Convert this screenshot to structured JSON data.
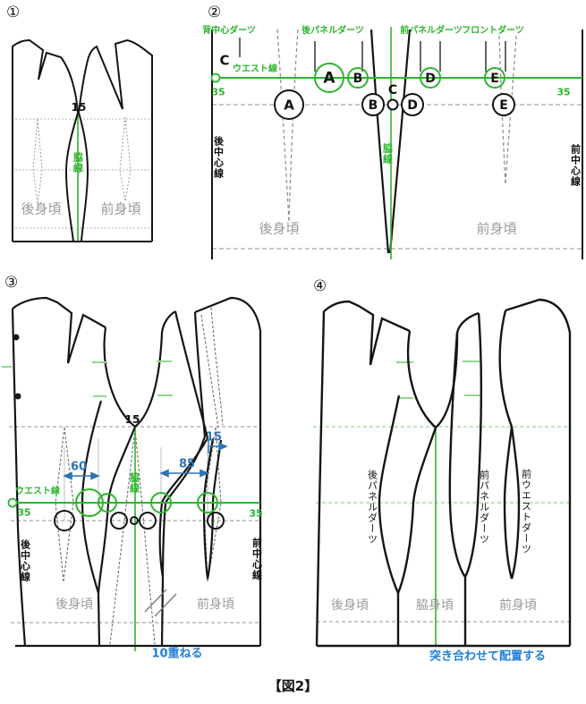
{
  "caption": "【図2】",
  "colors": {
    "green": "#2db52d",
    "green_light": "#8fd98f",
    "blue": "#2e74b5",
    "blue_bright": "#1f7fd6",
    "gray_text": "#9a9a9a"
  },
  "p1": {
    "number": "①",
    "n15": "15",
    "side_line": "脇線",
    "back_bodice": "後身頃",
    "front_bodice": "前身頃"
  },
  "p2": {
    "number": "②",
    "back_center_dart": "背中心ダーツ",
    "back_panel_dart": "後パネルダーツ",
    "front_panel_dart": "前パネルダーツ",
    "front_dart": "フロントダーツ",
    "waist_line": "ウエスト線",
    "c_left": "C",
    "n35_left": "35",
    "n35_right": "35",
    "waist_markers": [
      "A",
      "B",
      "D",
      "E"
    ],
    "bust_markers": [
      "A",
      "B",
      "C",
      "D",
      "E"
    ],
    "back_center_line": "後中心線",
    "front_center_line": "前中心線",
    "side_line": "脇線",
    "back_bodice": "後身頃",
    "front_bodice": "前身頃"
  },
  "p3": {
    "number": "③",
    "n15": "15",
    "d60": "60",
    "d85": "85",
    "d15": "15",
    "waist_line": "ウエスト線",
    "n35_left": "35",
    "n35_right": "35",
    "side_line": "脇線",
    "back_center_line": "後中心線",
    "front_center_line": "前中心線",
    "back_bodice": "後身頃",
    "front_bodice": "前身頃",
    "overlap_note": "10重ねる"
  },
  "p4": {
    "number": "④",
    "back_panel_dart": "後パネルダーツ",
    "front_panel_dart": "前パネルダーツ",
    "front_waist_dart": "前ウエストダーツ",
    "back_bodice": "後身頃",
    "side_bodice": "脇身頃",
    "front_bodice": "前身頃",
    "butt_note": "突き合わせて配置する"
  }
}
